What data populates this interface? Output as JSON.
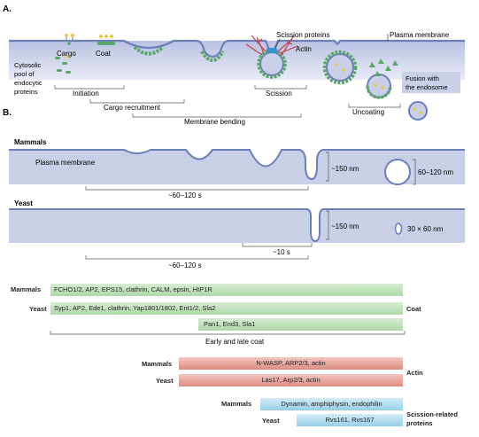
{
  "panel_a": {
    "label": "A.",
    "cargo": "Cargo",
    "coat": "Coat",
    "cytosolic": [
      "Cytosolic",
      "pool of",
      "endocytic",
      "proteins"
    ],
    "scission_proteins": "Scission proteins",
    "actin": "Actin",
    "plasma_membrane": "Plasma membrane",
    "fusion": [
      "Fusion with",
      "the endosome"
    ],
    "initiation": "Initiation",
    "scission": "Scission",
    "uncoating": "Uncoating",
    "cargo_recruitment": "Cargo recruitment",
    "membrane_bending": "Membrane bending"
  },
  "panel_b": {
    "label": "B.",
    "mammals": "Mammals",
    "plasma_membrane": "Plasma membrane",
    "mammals_neck": "~150 nm",
    "mammals_vesicle": "60–120 nm",
    "mammals_time": "~60–120 s",
    "yeast": "Yeast",
    "yeast_neck": "~150 nm",
    "yeast_vesicle": "30 × 60 nm",
    "yeast_short": "~10 s",
    "yeast_time": "~60–120 s"
  },
  "proteins": {
    "coat_mammals_species": "Mammals",
    "coat_mammals": "FCHO1/2, AP2, EPS15, clathrin, CALM, epsin, HIP1R",
    "coat_yeast_species": "Yeast",
    "coat_yeast": "Syp1, AP2, Ede1, clathrin, Yap1801/1802, Ent1/2, Sla2",
    "coat_label": "Coat",
    "coat_late": "Pan1, End3, Sla1",
    "coat_bracket": "Early and late coat",
    "actin_mammals_species": "Mammals",
    "actin_mammals": "N-WASP, ARP2/3, actin",
    "actin_yeast_species": "Yeast",
    "actin_yeast": "Las17, Arp2/3, actin",
    "actin_label": "Actin",
    "scission_mammals_species": "Mammals",
    "scission_mammals": "Dynamin, amphiphysin, endophilin",
    "scission_yeast_species": "Yeast",
    "scission_yeast": "Rvs161, Rvs167",
    "scission_label": [
      "Scission-related",
      "proteins"
    ]
  },
  "colors": {
    "membrane": "#6b7fb8",
    "cytosol": "#c9cfe6",
    "coat_green": "#5aa66a",
    "cargo_yellow": "#e6c84a",
    "actin_red": "#c8404e",
    "scission_blue": "#3a8fd0"
  }
}
